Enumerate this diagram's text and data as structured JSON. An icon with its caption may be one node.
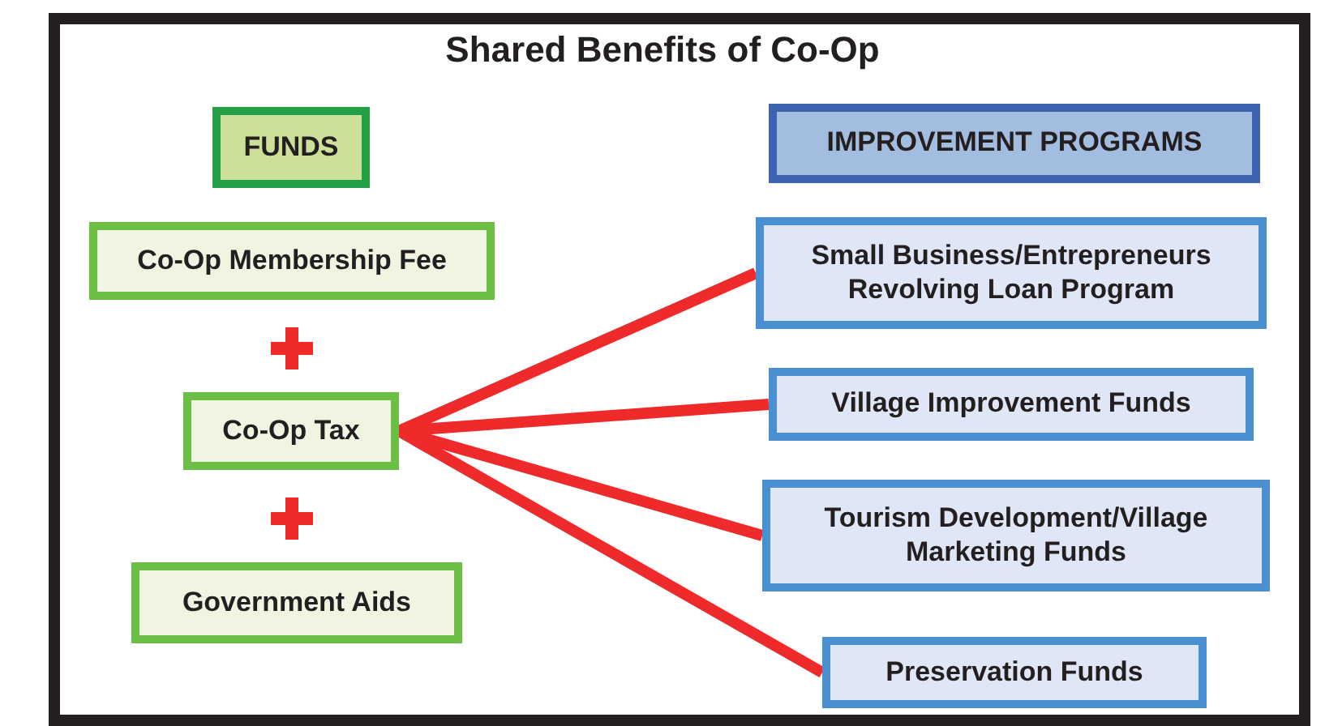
{
  "diagram": {
    "title": "Shared Benefits of Co-Op",
    "nodes": [
      {
        "text": [
          "FUNDS"
        ]
      },
      {
        "text": [
          "Co-Op Membership Fee"
        ]
      },
      {
        "text": [
          "Co-Op Tax"
        ]
      },
      {
        "text": [
          "Government Aids"
        ]
      },
      {
        "text": [
          "IMPROVEMENT PROGRAMS"
        ]
      },
      {
        "text": [
          "Small Business/Entrepreneurs Revolving Loan Program"
        ]
      },
      {
        "text": [
          "Village Improvement Funds"
        ]
      },
      {
        "text": [
          "Tourism Development/Village Marketing Funds"
        ]
      },
      {
        "text": [
          "Preservation Funds"
        ]
      }
    ],
    "edges": [
      {
        "from": 2,
        "to": 5,
        "arrow": "none"
      },
      {
        "from": 2,
        "to": 6,
        "arrow": "none"
      },
      {
        "from": 2,
        "to": 7,
        "arrow": "none"
      },
      {
        "from": 2,
        "to": 8,
        "arrow": "none"
      }
    ]
  }
}
